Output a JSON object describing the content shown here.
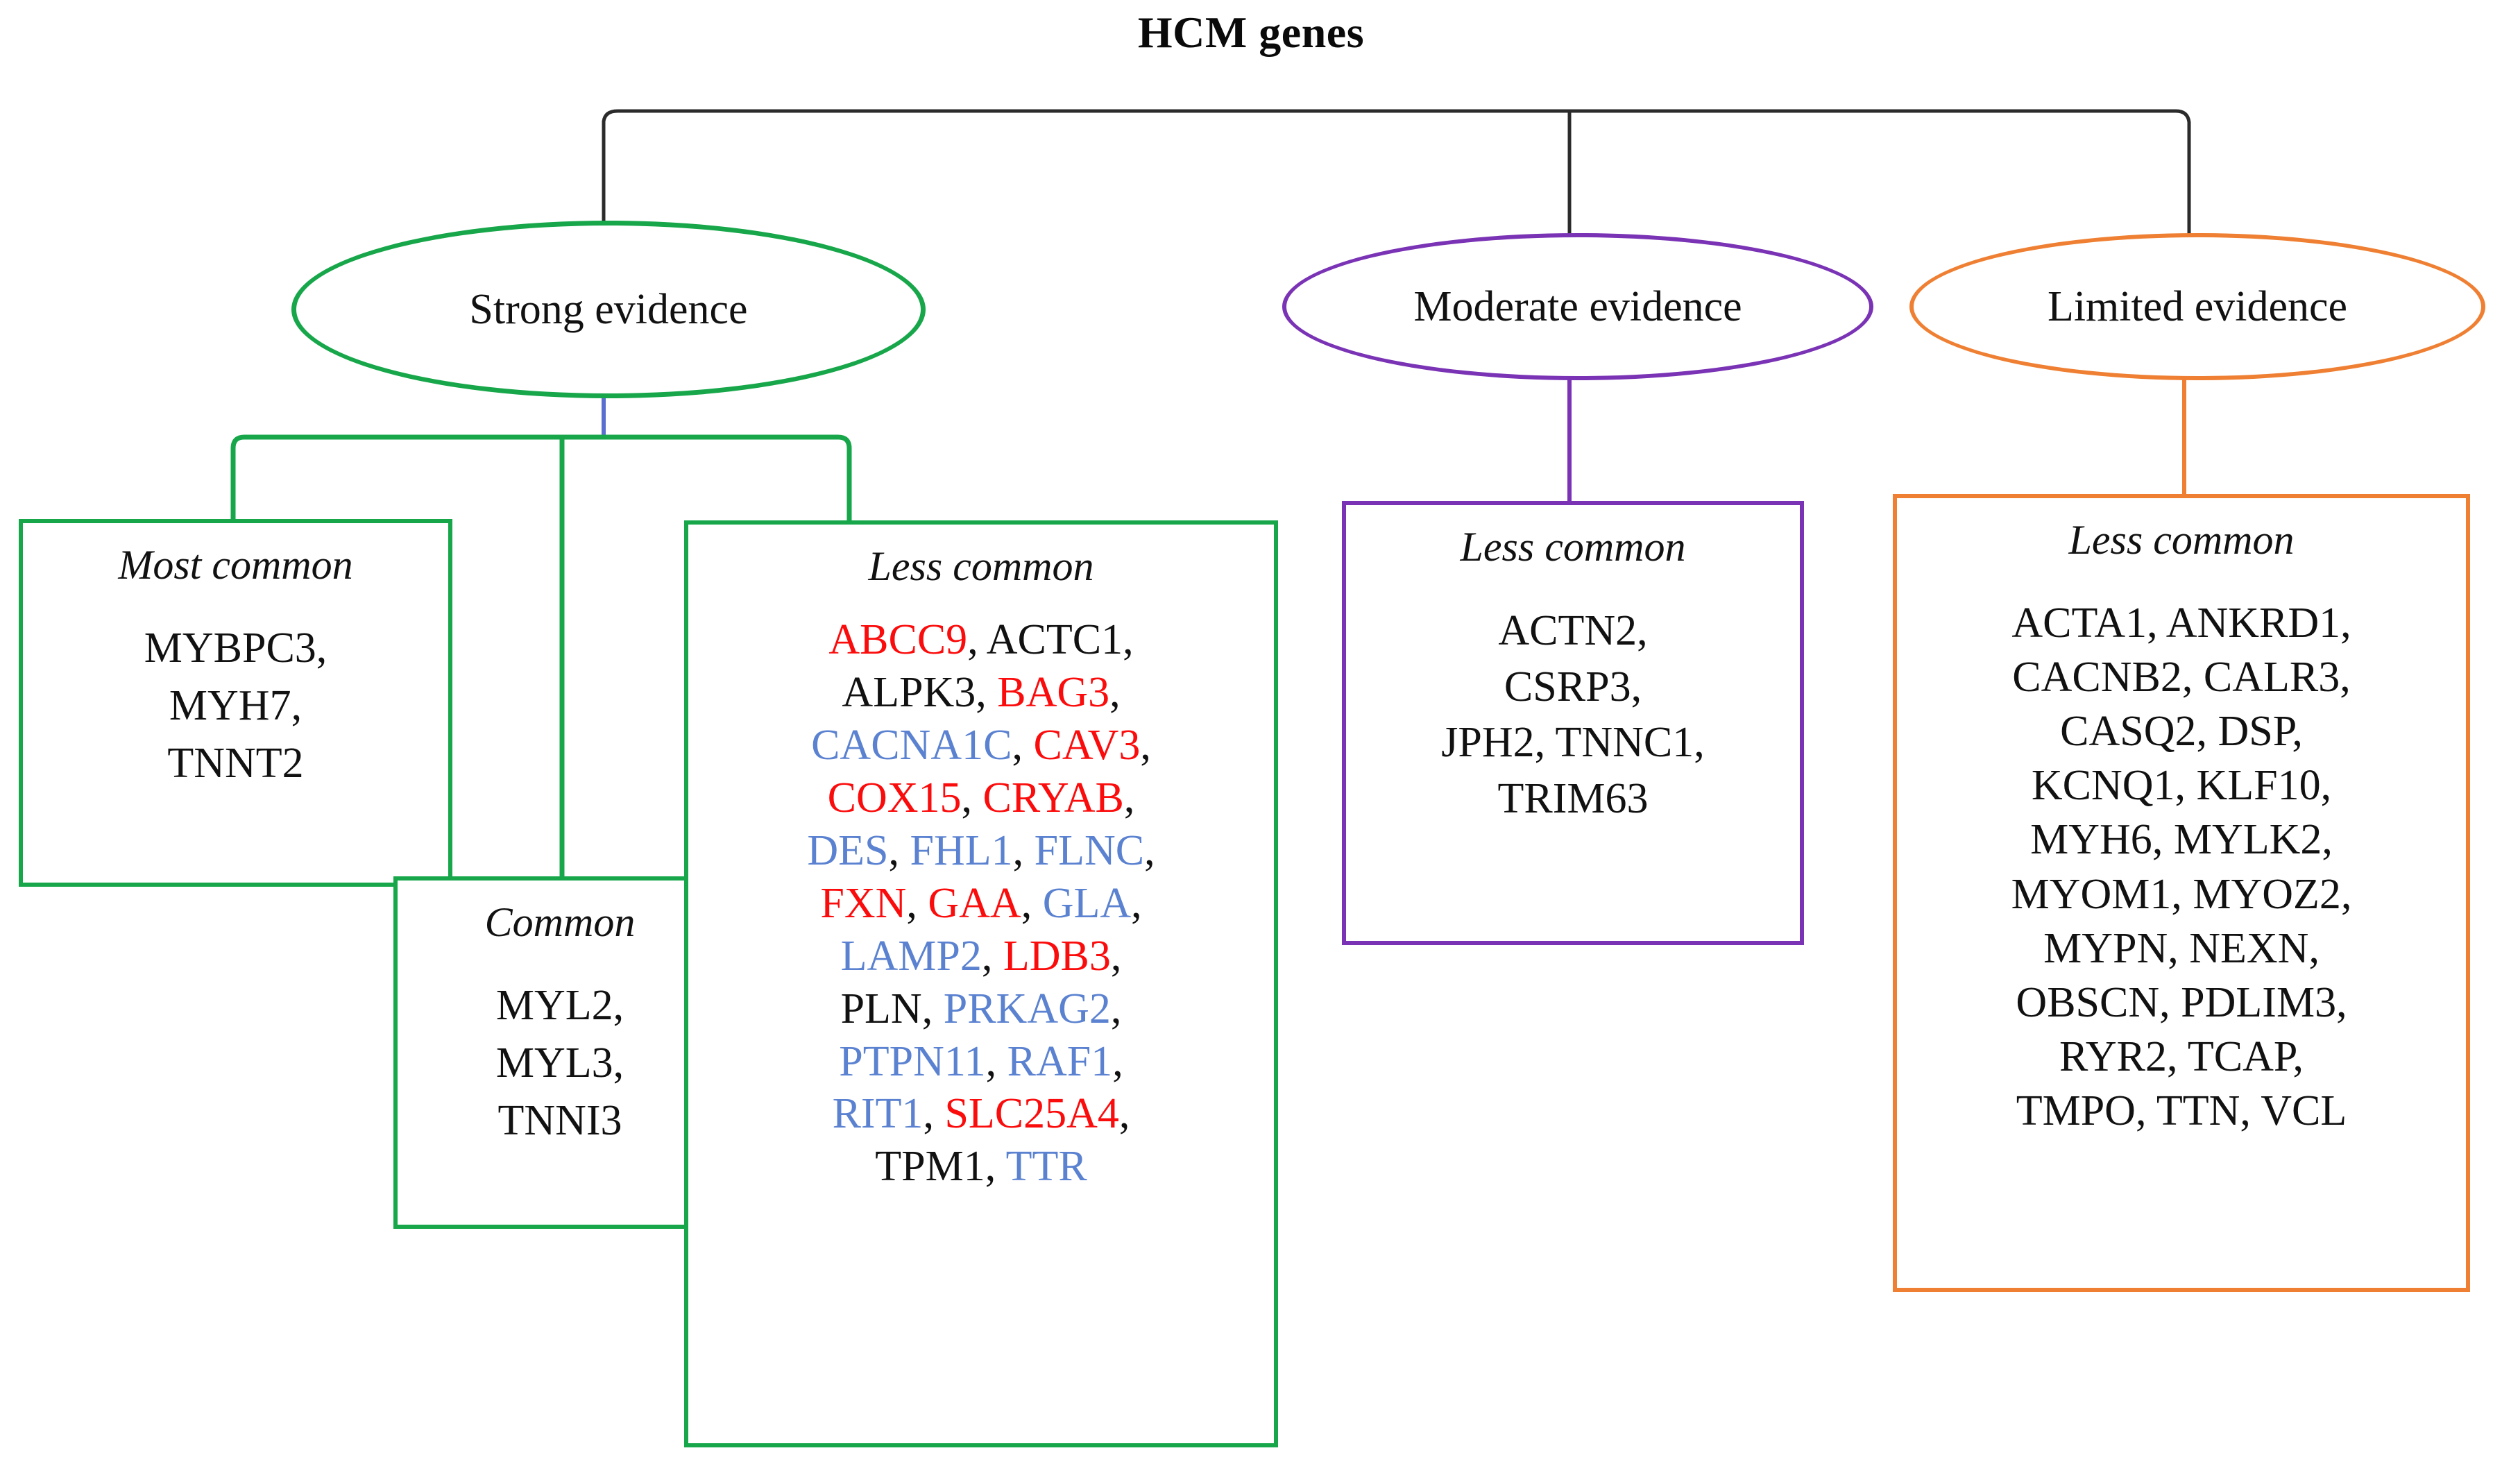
{
  "title": "HCM genes",
  "colors": {
    "strong": "#17a74a",
    "moderate": "#7a33b5",
    "limited": "#ef8033",
    "connector_black": "#2b2b2b",
    "connector_blue": "#5b6fd0",
    "gene_red": "#fb0c0c",
    "gene_blue": "#5b82d0",
    "gene_black": "#111111"
  },
  "branches": {
    "strong": {
      "label": "Strong evidence",
      "boxes": {
        "most_common": {
          "caption": "Most common",
          "genes": [
            {
              "name": "MYBPC3",
              "color": "black"
            },
            {
              "name": "MYH7",
              "color": "black"
            },
            {
              "name": "TNNT2",
              "color": "black"
            }
          ],
          "lines": [
            "MYBPC3",
            "MYH7",
            "TNNT2"
          ]
        },
        "common": {
          "caption": "Common",
          "genes": [
            {
              "name": "MYL2",
              "color": "black"
            },
            {
              "name": "MYL3",
              "color": "black"
            },
            {
              "name": "TNNI3",
              "color": "black"
            }
          ],
          "lines": [
            "MYL2",
            "MYL3",
            "TNNI3"
          ]
        },
        "less_common": {
          "caption": "Less common",
          "genes": [
            {
              "name": "ABCC9",
              "color": "red"
            },
            {
              "name": "ACTC1",
              "color": "black"
            },
            {
              "name": "ALPK3",
              "color": "black"
            },
            {
              "name": "BAG3",
              "color": "red"
            },
            {
              "name": "CACNA1C",
              "color": "blue"
            },
            {
              "name": "CAV3",
              "color": "red"
            },
            {
              "name": "COX15",
              "color": "red"
            },
            {
              "name": "CRYAB",
              "color": "red"
            },
            {
              "name": "DES",
              "color": "blue"
            },
            {
              "name": "FHL1",
              "color": "blue"
            },
            {
              "name": "FLNC",
              "color": "blue"
            },
            {
              "name": "FXN",
              "color": "red"
            },
            {
              "name": "GAA",
              "color": "red"
            },
            {
              "name": "GLA",
              "color": "blue"
            },
            {
              "name": "LAMP2",
              "color": "blue"
            },
            {
              "name": "LDB3",
              "color": "red"
            },
            {
              "name": "PLN",
              "color": "black"
            },
            {
              "name": "PRKAG2",
              "color": "blue"
            },
            {
              "name": "PTPN11",
              "color": "blue"
            },
            {
              "name": "RAF1",
              "color": "blue"
            },
            {
              "name": "RIT1",
              "color": "blue"
            },
            {
              "name": "SLC25A4",
              "color": "red"
            },
            {
              "name": "TPM1",
              "color": "black"
            },
            {
              "name": "TTR",
              "color": "blue"
            }
          ],
          "line_breaks": [
            2,
            4,
            6,
            8,
            11,
            14,
            16,
            18,
            20,
            22,
            24
          ]
        }
      }
    },
    "moderate": {
      "label": "Moderate evidence",
      "boxes": {
        "less_common": {
          "caption": "Less common",
          "genes": [
            {
              "name": "ACTN2",
              "color": "black"
            },
            {
              "name": "CSRP3",
              "color": "black"
            },
            {
              "name": "JPH2",
              "color": "black"
            },
            {
              "name": "TNNC1",
              "color": "black"
            },
            {
              "name": "TRIM63",
              "color": "black"
            }
          ],
          "line_breaks": [
            1,
            2,
            4,
            5
          ]
        }
      }
    },
    "limited": {
      "label": "Limited evidence",
      "boxes": {
        "less_common": {
          "caption": "Less common",
          "genes": [
            {
              "name": "ACTA1",
              "color": "black"
            },
            {
              "name": "ANKRD1",
              "color": "black"
            },
            {
              "name": "CACNB2",
              "color": "black"
            },
            {
              "name": "CALR3",
              "color": "black"
            },
            {
              "name": "CASQ2",
              "color": "black"
            },
            {
              "name": "DSP",
              "color": "black"
            },
            {
              "name": "KCNQ1",
              "color": "black"
            },
            {
              "name": "KLF10",
              "color": "black"
            },
            {
              "name": "MYH6",
              "color": "black"
            },
            {
              "name": "MYLK2",
              "color": "black"
            },
            {
              "name": "MYOM1",
              "color": "black"
            },
            {
              "name": "MYOZ2",
              "color": "black"
            },
            {
              "name": "MYPN",
              "color": "black"
            },
            {
              "name": "NEXN",
              "color": "black"
            },
            {
              "name": "OBSCN",
              "color": "black"
            },
            {
              "name": "PDLIM3",
              "color": "black"
            },
            {
              "name": "RYR2",
              "color": "black"
            },
            {
              "name": "TCAP",
              "color": "black"
            },
            {
              "name": "TMPO",
              "color": "black"
            },
            {
              "name": "TTN",
              "color": "black"
            },
            {
              "name": "VCL",
              "color": "black"
            }
          ],
          "line_breaks": [
            2,
            4,
            6,
            8,
            10,
            12,
            14,
            16,
            18,
            21
          ]
        }
      }
    }
  }
}
